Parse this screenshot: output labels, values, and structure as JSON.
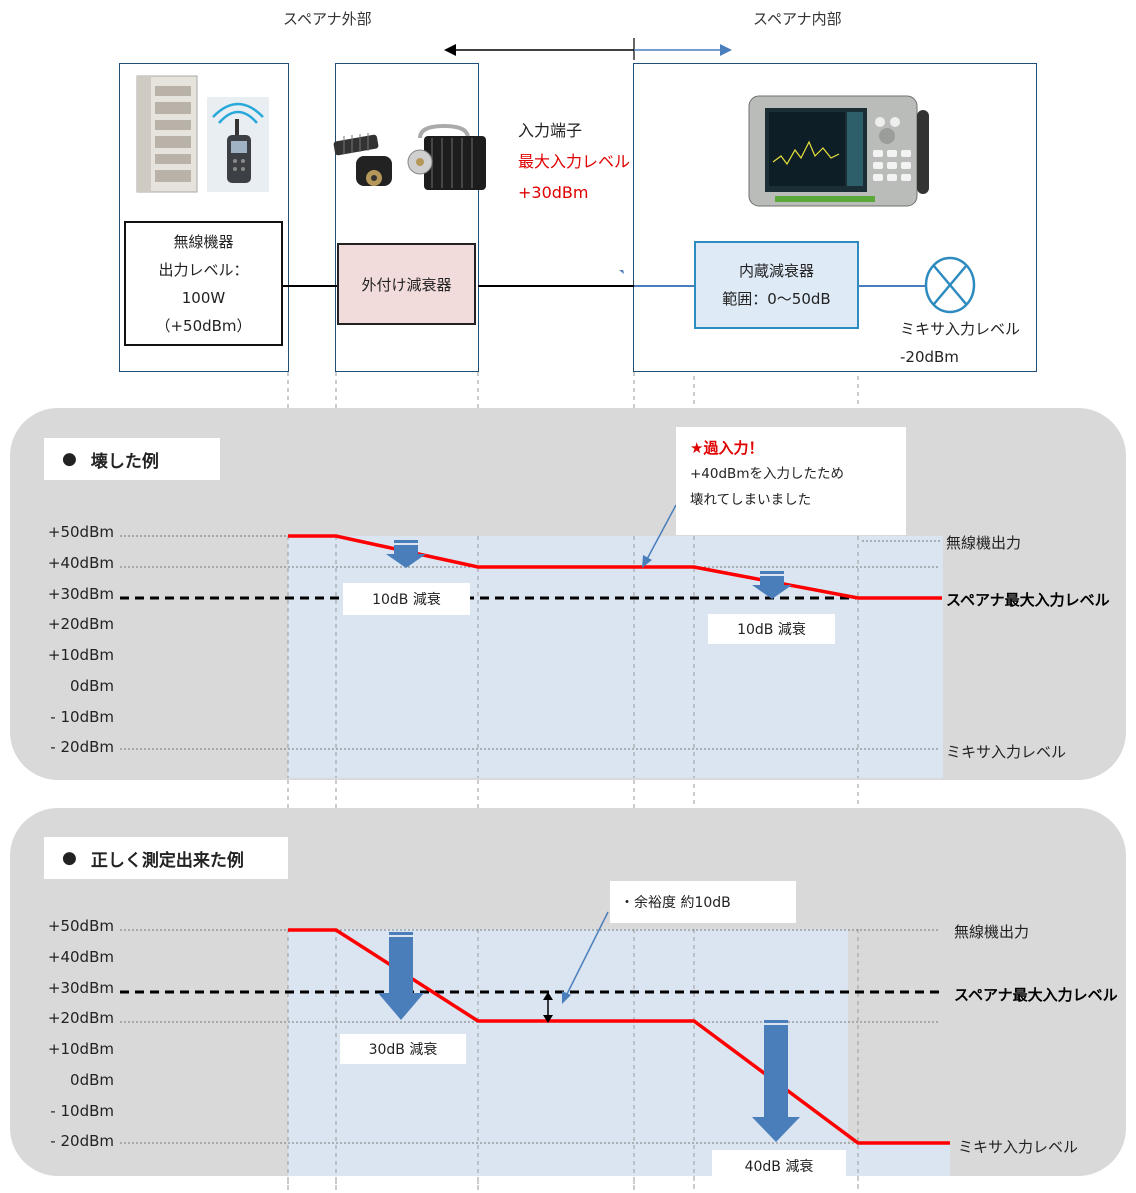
{
  "header": {
    "outside_label": "スペアナ外部",
    "inside_label": "スペアナ内部"
  },
  "devices": {
    "radio": {
      "lines": [
        "無線機器",
        "出力レベル：",
        "100W",
        "（+50dBm）"
      ]
    },
    "external_attenuator": {
      "label": "外付け減衰器"
    },
    "input_terminal": {
      "title": "入力端子",
      "max_label": "最大入力レベル",
      "max_value": "+30dBm"
    },
    "internal_attenuator": {
      "title": "内蔵減衰器",
      "range": "範囲：0～50dB"
    },
    "mixer": {
      "label": "ミキサ入力レベル",
      "value": "-20dBm"
    }
  },
  "example_broken": {
    "title": "壊した例",
    "bullet": "●",
    "y_ticks": [
      "+50dBm",
      "+40dBm",
      "+30dBm",
      "+20dBm",
      "+10dBm",
      "0dBm",
      "- 10dBm",
      "- 20dBm"
    ],
    "right_labels": {
      "radio_output": "無線機出力",
      "sa_max": "スペアナ最大入力レベル",
      "mixer": "ミキサ入力レベル"
    },
    "atten_labels": [
      "10dB 減衰",
      "10dB 減衰"
    ],
    "callout": {
      "title": "★過入力！",
      "line1": "+40dBmを入力したため",
      "line2": "壊れてしまいました"
    },
    "colors": {
      "level_line": "#ff0000",
      "arrow": "#4a7ebb",
      "plot_bg": "#dbe5f1",
      "panel_bg": "#d9d9d9"
    }
  },
  "example_correct": {
    "title": "正しく測定出来た例",
    "bullet": "●",
    "y_ticks": [
      "+50dBm",
      "+40dBm",
      "+30dBm",
      "+20dBm",
      "+10dBm",
      "0dBm",
      "- 10dBm",
      "- 20dBm"
    ],
    "right_labels": {
      "radio_output": "無線機出力",
      "sa_max": "スペアナ最大入力レベル",
      "mixer": "ミキサ入力レベル"
    },
    "atten_labels": [
      "30dB 減衰",
      "40dB 減衰"
    ],
    "margin_note": "・余裕度  約10dB"
  },
  "icons": [
    "rack-equipment-icon",
    "walkie-talkie-icon",
    "attenuator-small-icon",
    "attenuator-large-icon",
    "spectrum-analyzer-icon",
    "mixer-icon"
  ]
}
